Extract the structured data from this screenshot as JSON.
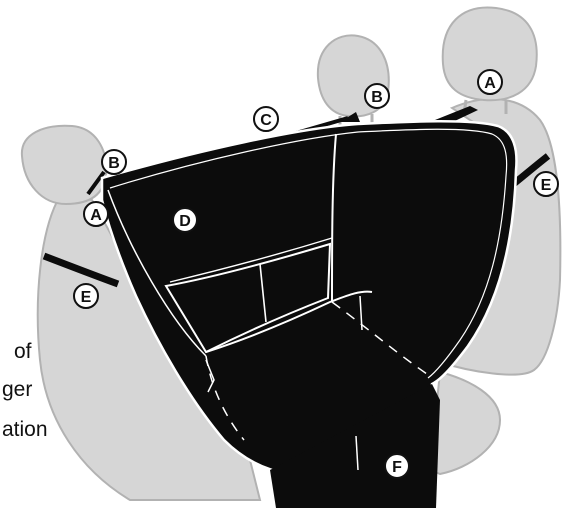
{
  "callouts": {
    "anchor": "A",
    "buckle": "B",
    "strap": "C",
    "cover": "D",
    "belt": "E",
    "flap": "F"
  },
  "side_text": [
    "of",
    "ger",
    "ation"
  ],
  "colors": {
    "seat": "#d6d6d6",
    "seat_outline": "#b2b2b2",
    "cover": "#0c0c0c",
    "stitch": "#ffffff",
    "callout_ring": "#111111"
  }
}
